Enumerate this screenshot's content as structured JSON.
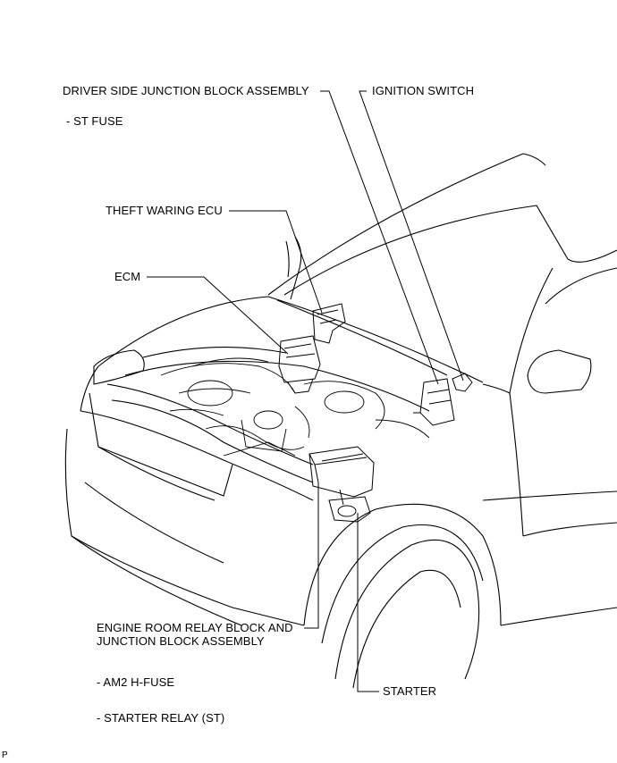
{
  "labels": {
    "driver_jb": "DRIVER SIDE JUNCTION BLOCK ASSEMBLY",
    "st_fuse": "- ST FUSE",
    "ignition_switch": "IGNITION SWITCH",
    "theft_ecu": "THEFT WARING ECU",
    "ecm": "ECM",
    "engine_relay_line1": "ENGINE ROOM RELAY BLOCK AND",
    "engine_relay_line2": "JUNCTION BLOCK ASSEMBLY",
    "am2_fuse": "- AM2 H-FUSE",
    "starter_relay": "- STARTER RELAY (ST)",
    "starter": "STARTER",
    "corner_code": "P"
  }
}
